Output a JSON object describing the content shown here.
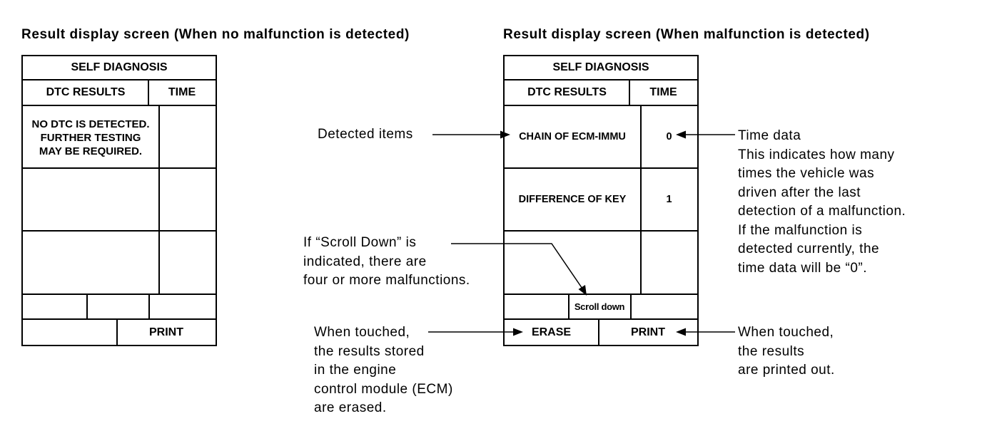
{
  "left": {
    "heading": "Result display screen (When no malfunction is detected)",
    "screen": {
      "title": "SELF DIAGNOSIS",
      "col_dtc": "DTC RESULTS",
      "col_time": "TIME",
      "message": "NO DTC IS DETECTED.\nFURTHER TESTING\nMAY BE REQUIRED.",
      "print_label": "PRINT"
    }
  },
  "right": {
    "heading": "Result display screen (When malfunction is detected)",
    "screen": {
      "title": "SELF DIAGNOSIS",
      "col_dtc": "DTC RESULTS",
      "col_time": "TIME",
      "rows": [
        {
          "dtc": "CHAIN OF ECM-IMMU",
          "time": "0"
        },
        {
          "dtc": "DIFFERENCE OF KEY",
          "time": "1"
        }
      ],
      "scroll_label": "Scroll down",
      "erase_label": "ERASE",
      "print_label": "PRINT"
    }
  },
  "annotations": {
    "detected_items": "Detected items",
    "scroll_note": [
      "If “Scroll Down” is",
      "indicated, there are",
      "four or more malfunctions."
    ],
    "erase_note": [
      "When touched,",
      "the results stored",
      "in the engine",
      "control module (ECM)",
      "are erased."
    ],
    "time_note": [
      "Time data",
      "This indicates how many",
      "times the vehicle was",
      "driven after the last",
      "detection of a malfunction.",
      "If the malfunction is",
      "detected currently, the",
      "time data will be “0”."
    ],
    "print_note": [
      "When touched,",
      "the results",
      "are printed out."
    ]
  }
}
